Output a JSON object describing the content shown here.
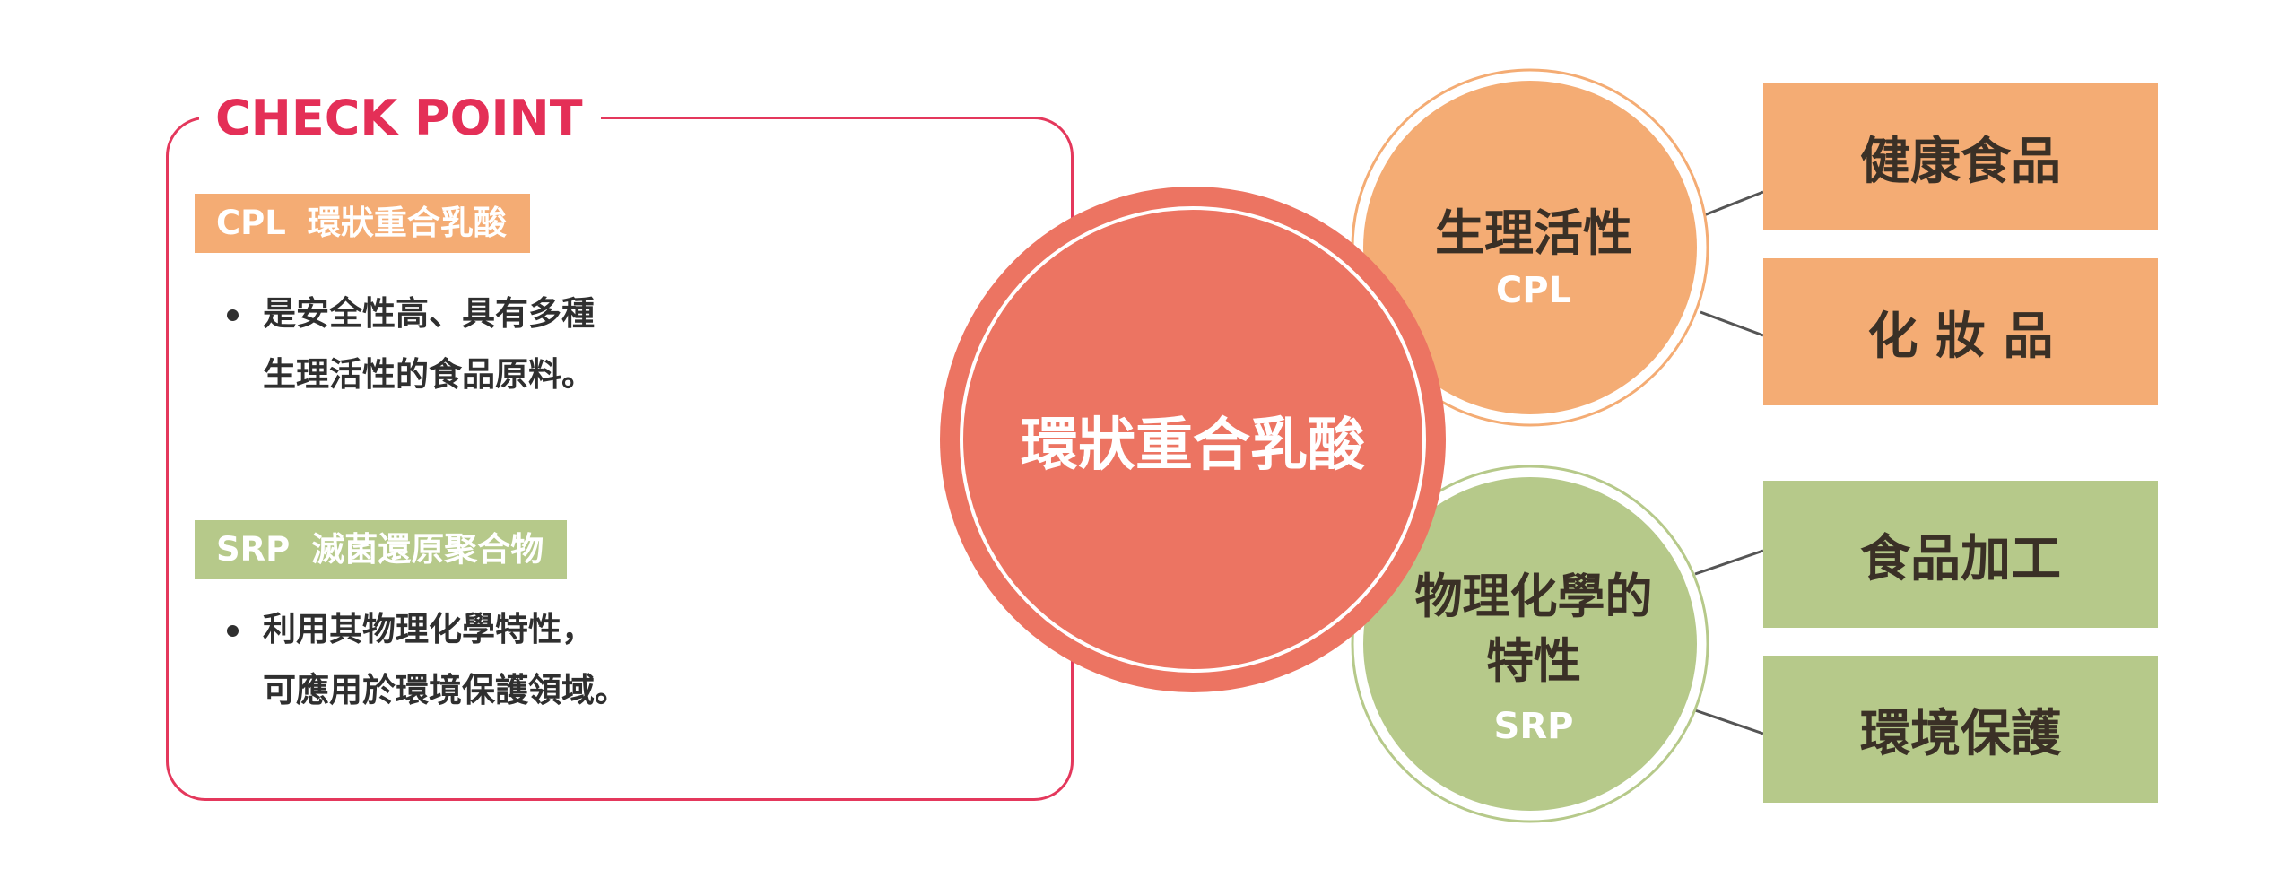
{
  "checkpoint": {
    "title": "CHECK POINT",
    "sections": [
      {
        "code": "CPL",
        "name": "環狀重合乳酸",
        "bullet_lines": [
          "是安全性高、具有多種",
          "生理活性的食品原料。"
        ]
      },
      {
        "code": "SRP",
        "name": "滅菌還原聚合物",
        "bullet_lines": [
          "利用其物理化學特性，",
          "可應用於環境保護領域。"
        ]
      }
    ]
  },
  "diagram": {
    "center": "環狀重合乳酸",
    "nodes": [
      {
        "title": "生理活性",
        "code": "CPL",
        "applications": [
          "健康食品",
          "化 妝 品"
        ]
      },
      {
        "title_lines": [
          "物理化學的",
          "特性"
        ],
        "code": "SRP",
        "applications": [
          "食品加工",
          "環境保護"
        ]
      }
    ]
  },
  "colors": {
    "accent_red": "#e4385c",
    "center_circle": "#ec7462",
    "cpl_orange": "#f4ac74",
    "srp_green": "#b6c98a",
    "text_dark": "#3a3026",
    "connector": "#555555"
  }
}
